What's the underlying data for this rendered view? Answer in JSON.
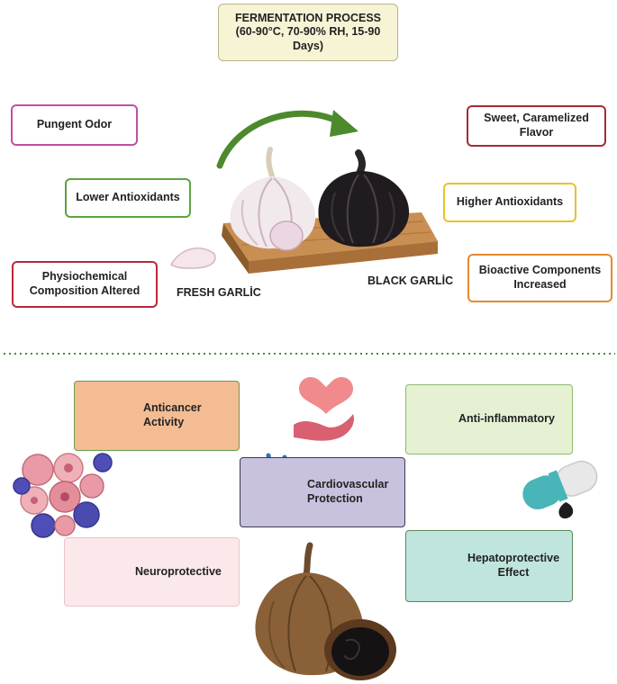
{
  "header": {
    "title_line1": "FERMENTATION PROCESS",
    "title_line2": "(60-90°C, 70-90% RH, 15-90",
    "title_line3": "Days)"
  },
  "fresh": {
    "label": "FRESH GARLİC",
    "properties": [
      "Pungent Odor",
      "Lower Antioxidants",
      "Physiochemical Composition Altered"
    ]
  },
  "black": {
    "label": "BLACK GARLİC",
    "properties": [
      "Sweet, Caramelized Flavor",
      "Higher Antioxidants",
      "Bioactive Components Increased"
    ]
  },
  "effects": {
    "anticancer": "Anticancer Activity",
    "anti_inflammatory": "Anti-inflammatory",
    "cardiovascular": "Cardiovascular Protection",
    "neuroprotective": "Neuroprotective",
    "hepatoprotective": "Hepatoprotective Effect"
  },
  "colors": {
    "header_bg": "#f7f4d6",
    "pungent": "#c04fa0",
    "lower_antiox": "#5aa53f",
    "physio": "#b8293a",
    "sweet": "#a32c33",
    "higher_antiox": "#e8c12b",
    "bioactive": "#e58a2e",
    "divider": "#4a8a3a",
    "anticancer_bg": "#f3bc93",
    "anti_inflam_bg": "#e6f1d4",
    "cardio_bg": "#c9c2de",
    "neuro_bg": "#fbe8ea",
    "hepato_bg": "#bfe5de"
  }
}
